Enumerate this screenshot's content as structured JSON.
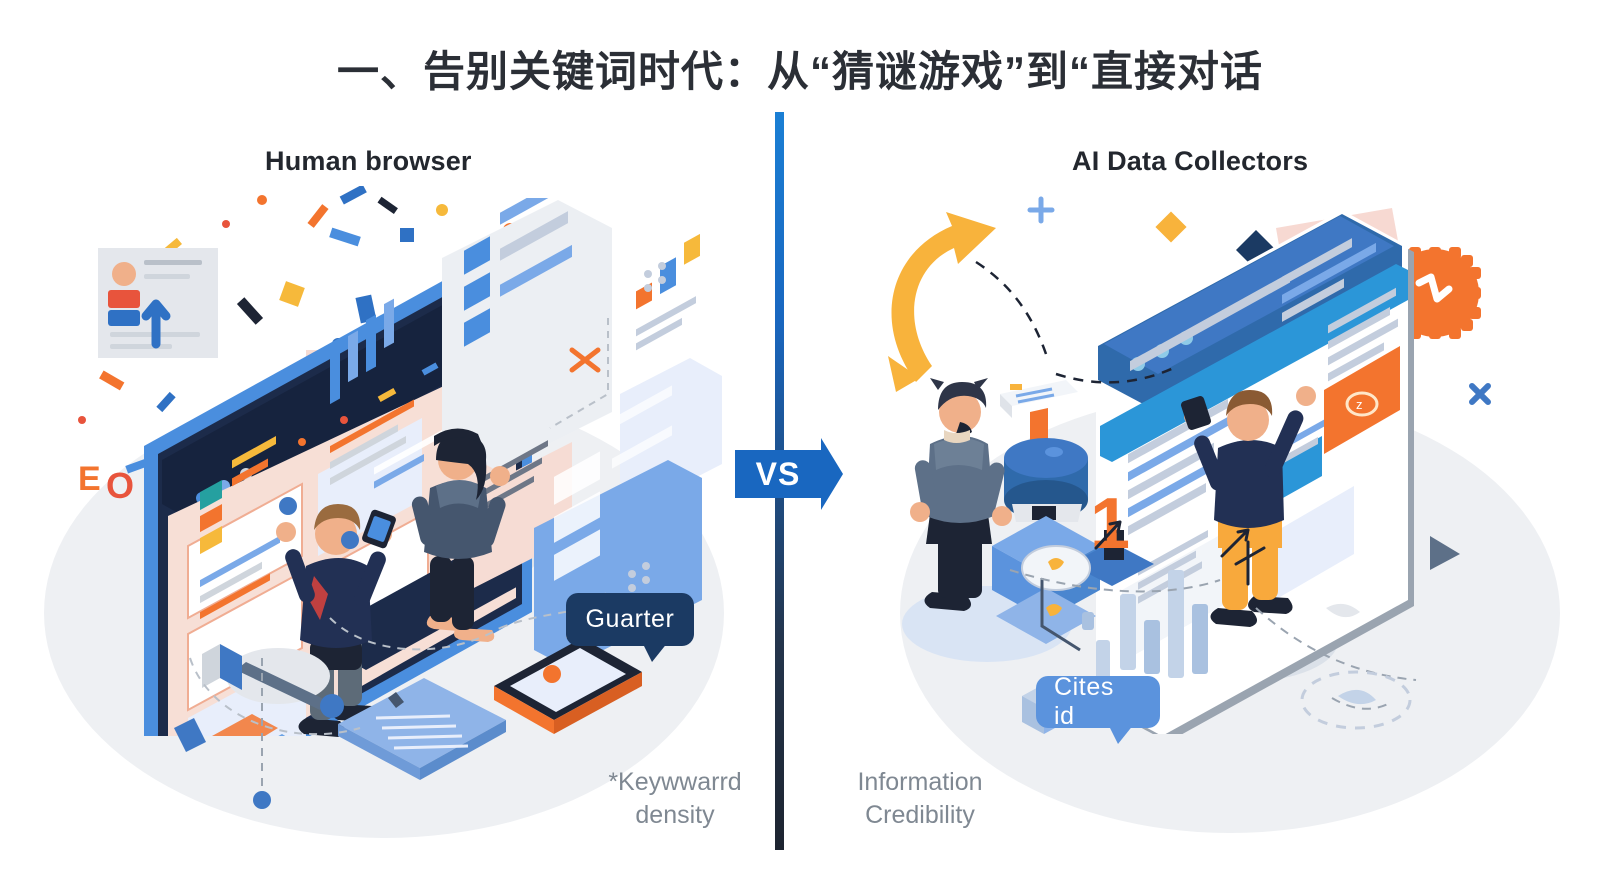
{
  "title": "一、告别关键词时代：从“猜谜游戏”到“直接对话",
  "panels": {
    "left": {
      "heading": "Human browser",
      "caption": "*Keywwarrd\ndensity",
      "bubble": "Guarter"
    },
    "right": {
      "heading": "AI Data Collectors",
      "caption": "Information\nCredibility",
      "bubble": "Cites id"
    }
  },
  "divider": {
    "vs_label": "VS"
  },
  "right_scene": {
    "rank_numeral": "1"
  },
  "colors": {
    "title_text": "#2b2f36",
    "heading_text": "#23272e",
    "caption_text": "#7f8892",
    "vs_blue": "#1967c0",
    "divider_top": "#1a7fd4",
    "divider_bottom": "#1d2430",
    "bubble_left_bg": "#1b3a63",
    "bubble_right_bg": "#5b93dd",
    "accent_orange": "#f79443",
    "accent_yellow": "#f8b33c",
    "navy": "#223054",
    "light_blue": "#7aa9e8",
    "ground_grey": "#eef0f3",
    "page_bg": "#ffffff"
  }
}
